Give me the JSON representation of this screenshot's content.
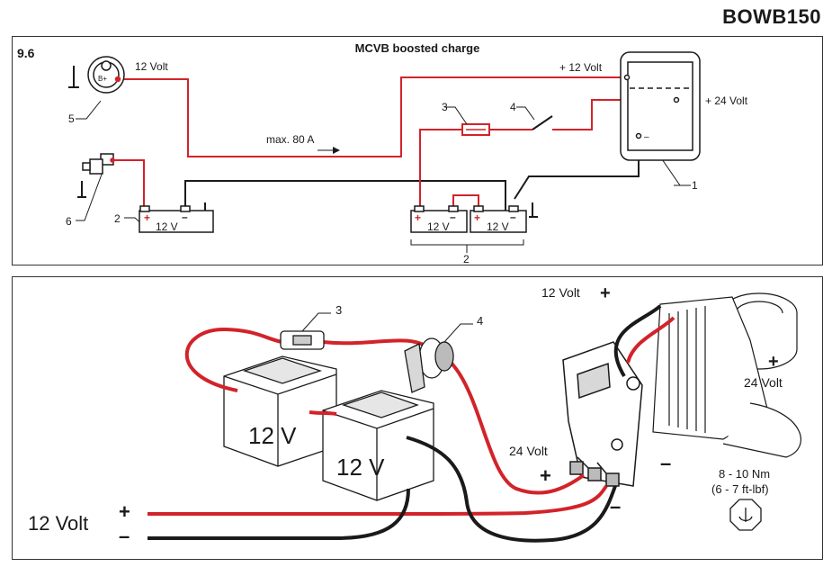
{
  "header": {
    "doc_code": "BOWB150"
  },
  "wiring_panel": {
    "section_number": "9.6",
    "title": "MCVB boosted charge",
    "alternator_terminal": "B+",
    "alt_voltage": "12 Volt",
    "max_current": "max. 80 A",
    "out_12v": "+ 12 Volt",
    "out_24v": "+ 24 Volt",
    "minus_sign": "–",
    "plus_sign": "+",
    "battery_label": "12 V",
    "callouts": {
      "c1": "1",
      "c2": "2",
      "c2b": "2",
      "c3": "3",
      "c4": "4",
      "c5": "5",
      "c6": "6"
    }
  },
  "illustration_panel": {
    "callout_fuse": "3",
    "callout_switch": "4",
    "battery_label": "12 V",
    "voltage_12_top": "12 Volt",
    "voltage_24_right": "24 Volt",
    "voltage_24_left": "24 Volt",
    "voltage_12_left": "12 Volt",
    "plus": "+",
    "minus": "–",
    "torque_nm": "8 - 10 Nm",
    "torque_ftlbf": "(6 - 7 ft-lbf)"
  },
  "colors": {
    "red_wire": "#d2232a",
    "black_wire": "#1a1a1a",
    "grey": "#9a9a9a"
  }
}
